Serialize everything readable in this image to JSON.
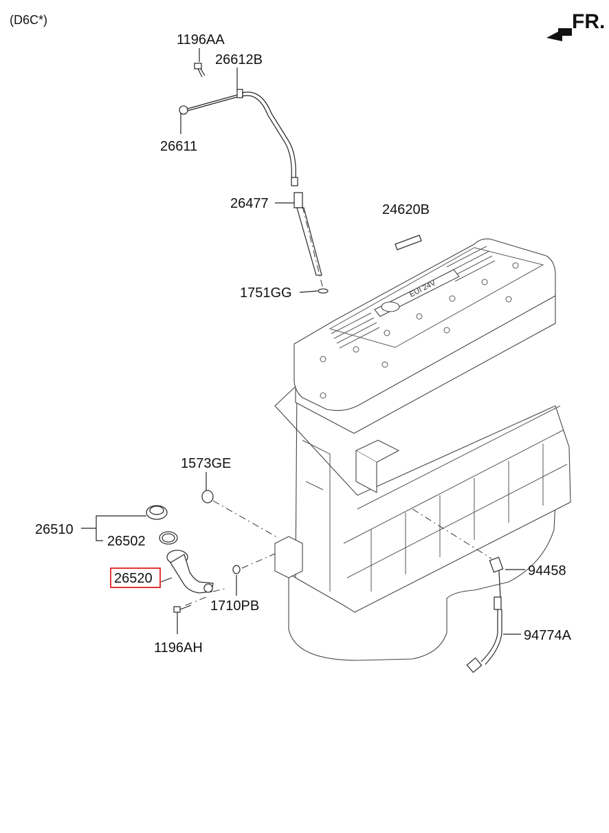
{
  "variant_label": "(D6C*)",
  "direction": {
    "label": "FR."
  },
  "highlight_color": "#e02020",
  "engine_badge_text": "EUI 24V",
  "parts": {
    "p1196AA": "1196AA",
    "p26612B": "26612B",
    "p26611": "26611",
    "p26477": "26477",
    "p24620B": "24620B",
    "p1751GG": "1751GG",
    "p1573GE": "1573GE",
    "p26510": "26510",
    "p26502": "26502",
    "p26520": "26520",
    "p1710PB": "1710PB",
    "p1196AH": "1196AH",
    "p94458": "94458",
    "p94774A": "94774A"
  },
  "highlighted_part": "26520"
}
